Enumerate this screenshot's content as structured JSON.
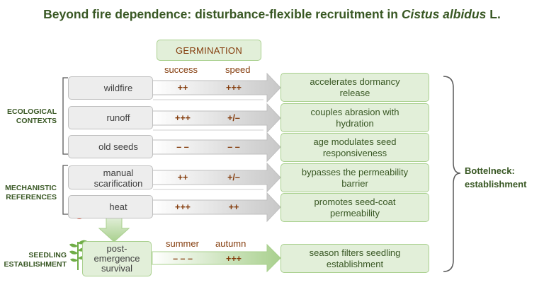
{
  "title": {
    "main": "Beyond fire dependence: disturbance-flexible recruitment in ",
    "species": "Cistus albidus",
    "suffix": " L."
  },
  "germination": {
    "header": "GERMINATION",
    "col_success": "success",
    "col_speed": "speed"
  },
  "contexts": {
    "ecological": [
      "ECOLOGICAL",
      "CONTEXTS"
    ],
    "mechanistic": [
      "MECHANISTIC",
      "REFERENCES"
    ],
    "seedling": [
      "SEEDLING",
      "ESTABLISHMENT"
    ]
  },
  "rows": [
    {
      "label": "wildfire",
      "success": "++",
      "speed": "+++",
      "outcome": [
        "accelerates dormancy",
        "release"
      ]
    },
    {
      "label": "runoff",
      "success": "+++",
      "speed": "+/–",
      "outcome": [
        "couples abrasion with",
        "hydration"
      ]
    },
    {
      "label": "old seeds",
      "success": "– –",
      "speed": "– –",
      "outcome": [
        "age modulates seed",
        "responsiveness"
      ]
    },
    {
      "label": [
        "manual",
        "scarification"
      ],
      "success": "++",
      "speed": "+/–",
      "outcome": [
        "bypasses the permeability",
        "barrier"
      ]
    },
    {
      "label": "heat",
      "success": "+++",
      "speed": "++",
      "outcome": [
        "promotes seed-coat",
        "permeability"
      ]
    }
  ],
  "establishment": {
    "label": [
      "post-",
      "emergence",
      "survival"
    ],
    "col_summer": "summer",
    "col_autumn": "autumn",
    "summer": "– – –",
    "autumn": "+++",
    "outcome": [
      "season filters seedling",
      "establishment"
    ]
  },
  "bottleneck": [
    "Bottelneck:",
    "establishment"
  ],
  "colors": {
    "accent_green": "#385723",
    "value_brown": "#843c0c",
    "green_fill": "#e2efd9",
    "grey_fill": "#ededed",
    "icon_red": "#e46c5a",
    "icon_blue": "#6e9ccd",
    "icon_tan": "#c9a27d"
  },
  "icons": [
    "flame-icon",
    "rain-cloud-icon",
    "seed-sprout-icon",
    "scissors-icon",
    "thermometer-icon",
    "seedling-plant-icon"
  ]
}
